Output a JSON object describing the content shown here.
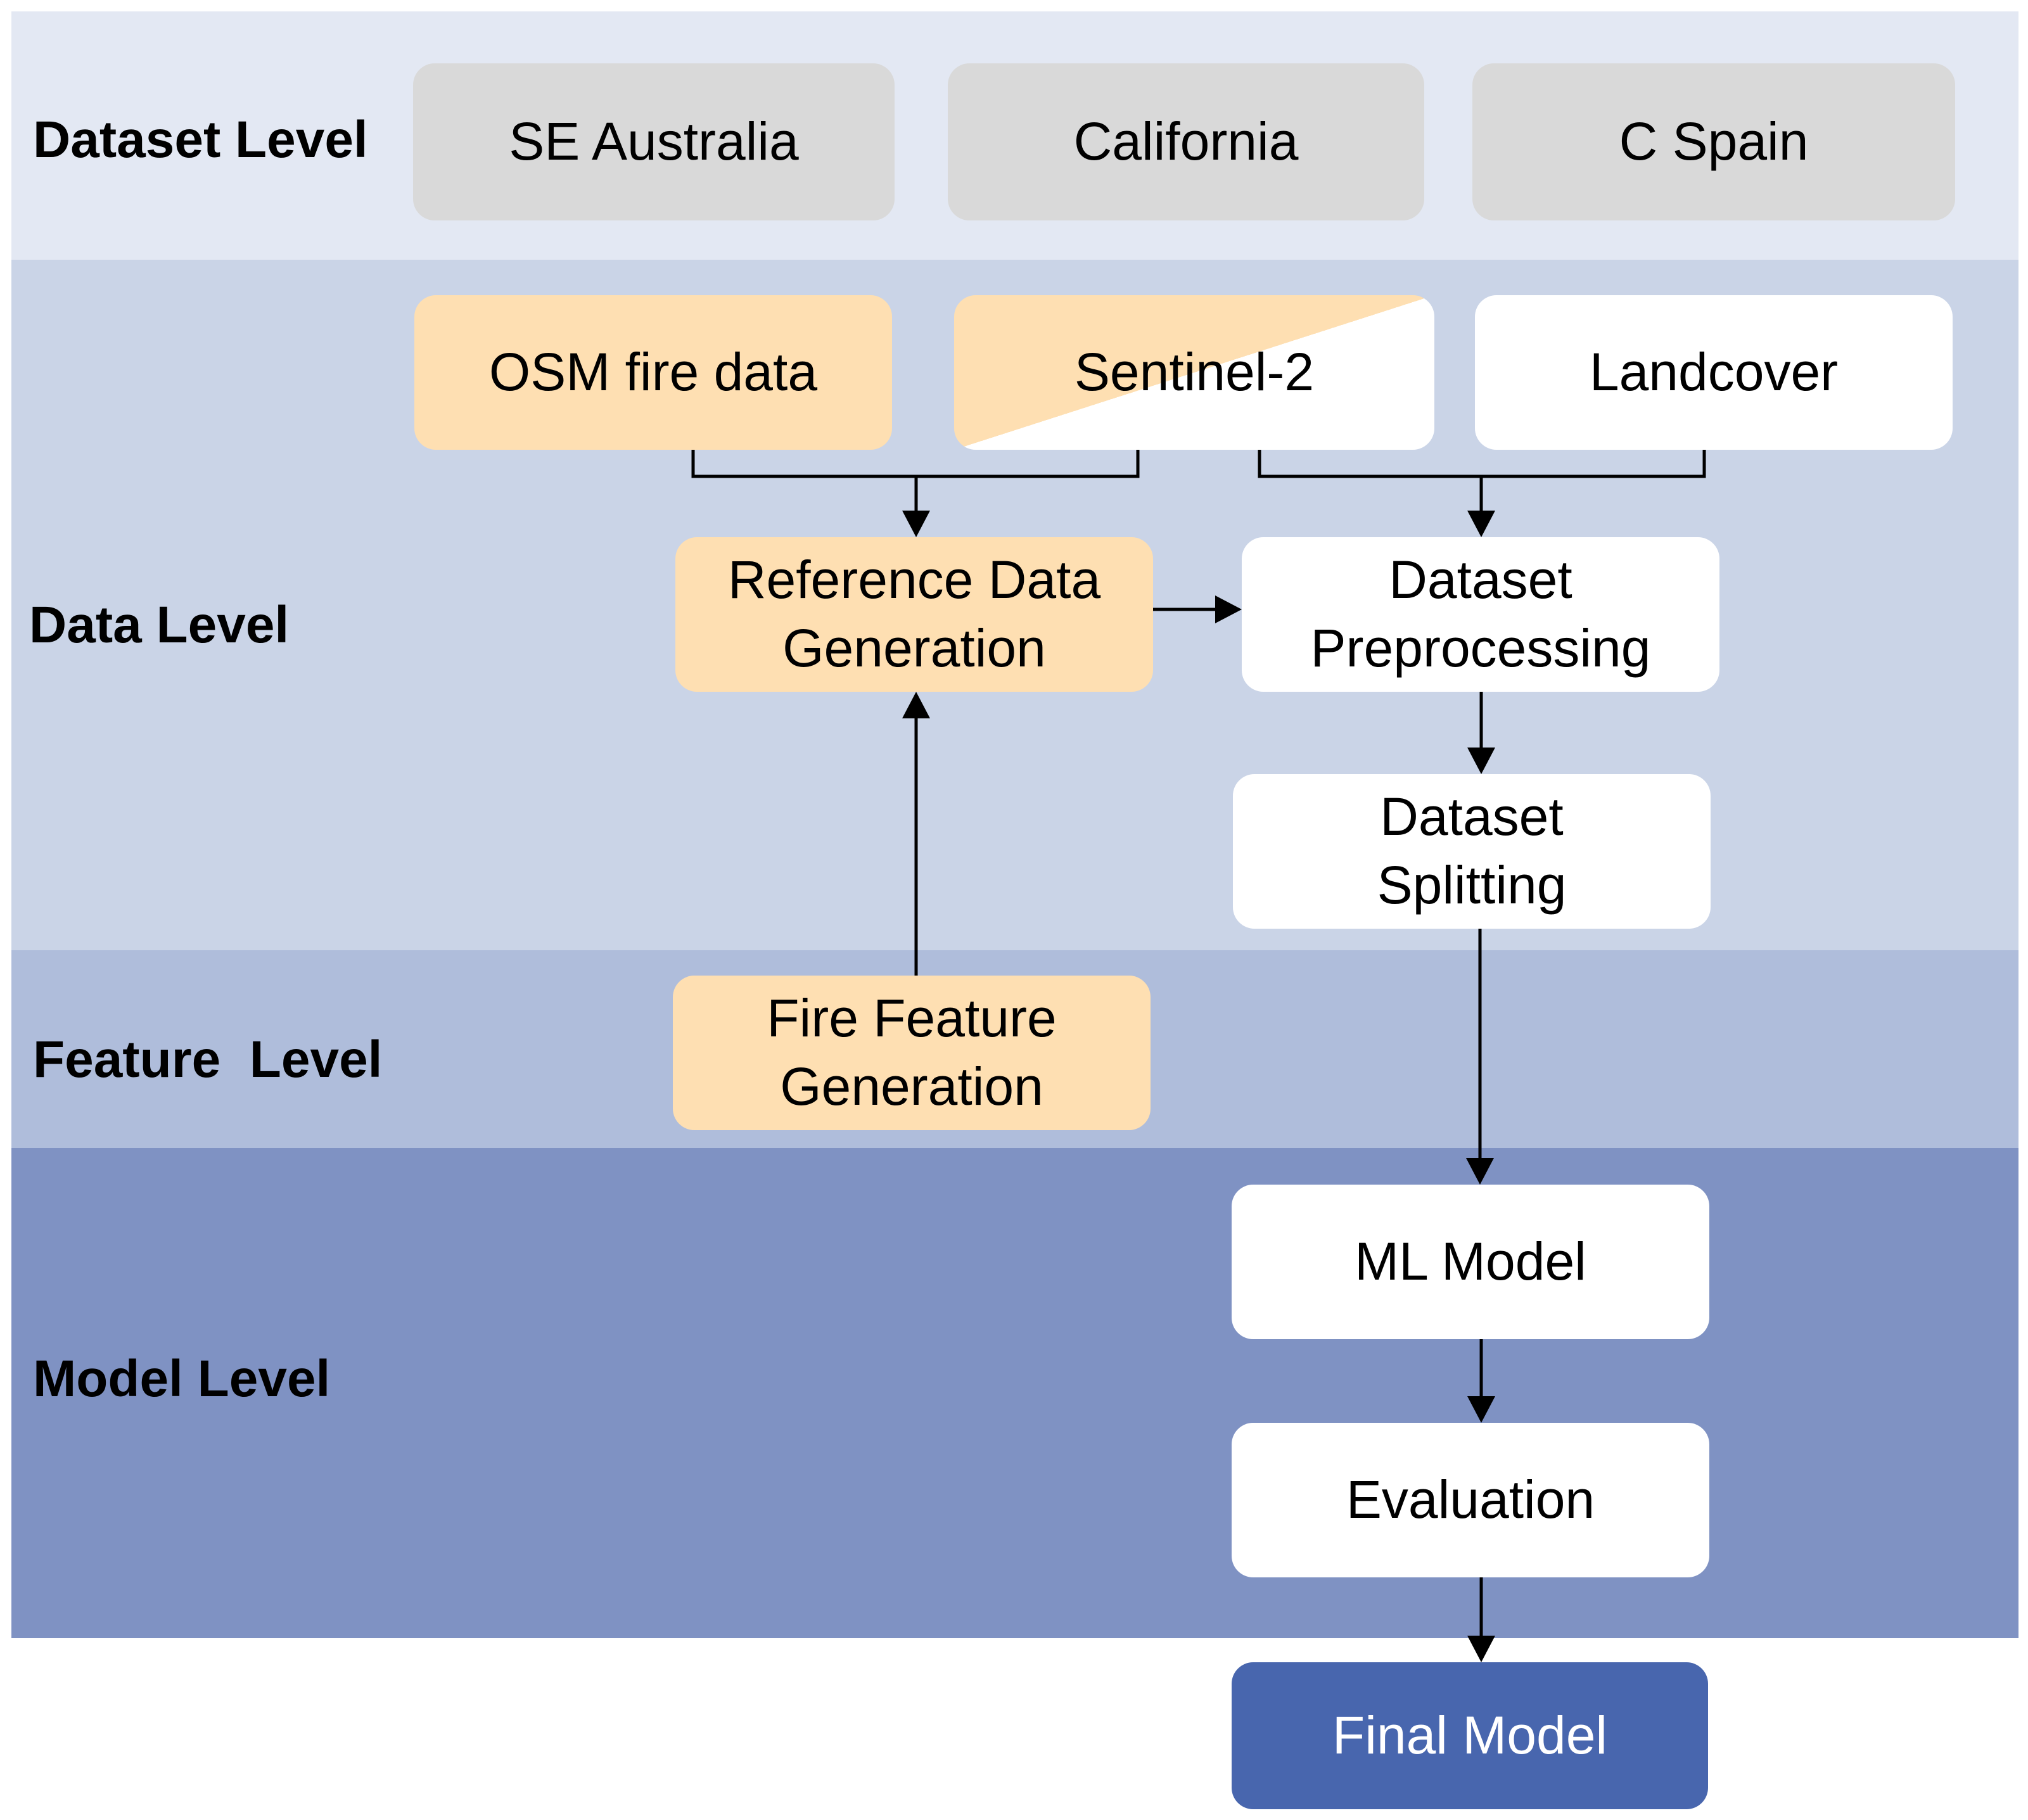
{
  "levels": {
    "dataset": "Dataset Level",
    "data": "Data Level",
    "feature": "Feature  Level",
    "model": "Model Level"
  },
  "datasets": {
    "se_australia": "SE Australia",
    "california": "California",
    "c_spain": "C Spain"
  },
  "sources": {
    "osm_fire": "OSM fire data",
    "sentinel2": "Sentinel-2",
    "landcover": "Landcover"
  },
  "steps": {
    "reference_line1": "Reference Data",
    "reference_line2": "Generation",
    "preprocessing_line1": "Dataset",
    "preprocessing_line2": "Preprocessing",
    "splitting_line1": "Dataset",
    "splitting_line2": "Splitting",
    "fire_feature_line1": "Fire Feature",
    "fire_feature_line2": "Generation",
    "ml_model": "ML Model",
    "evaluation": "Evaluation",
    "final_model": "Final Model"
  },
  "colors": {
    "dataset_band": "#e3e8f3",
    "data_band": "#cad4e7",
    "feature_band": "#afbddb",
    "model_band": "#7f92c3",
    "dataset_box": "#d9d9d9",
    "orange_box": "#fedfb2",
    "final_box": "#4866ae"
  }
}
